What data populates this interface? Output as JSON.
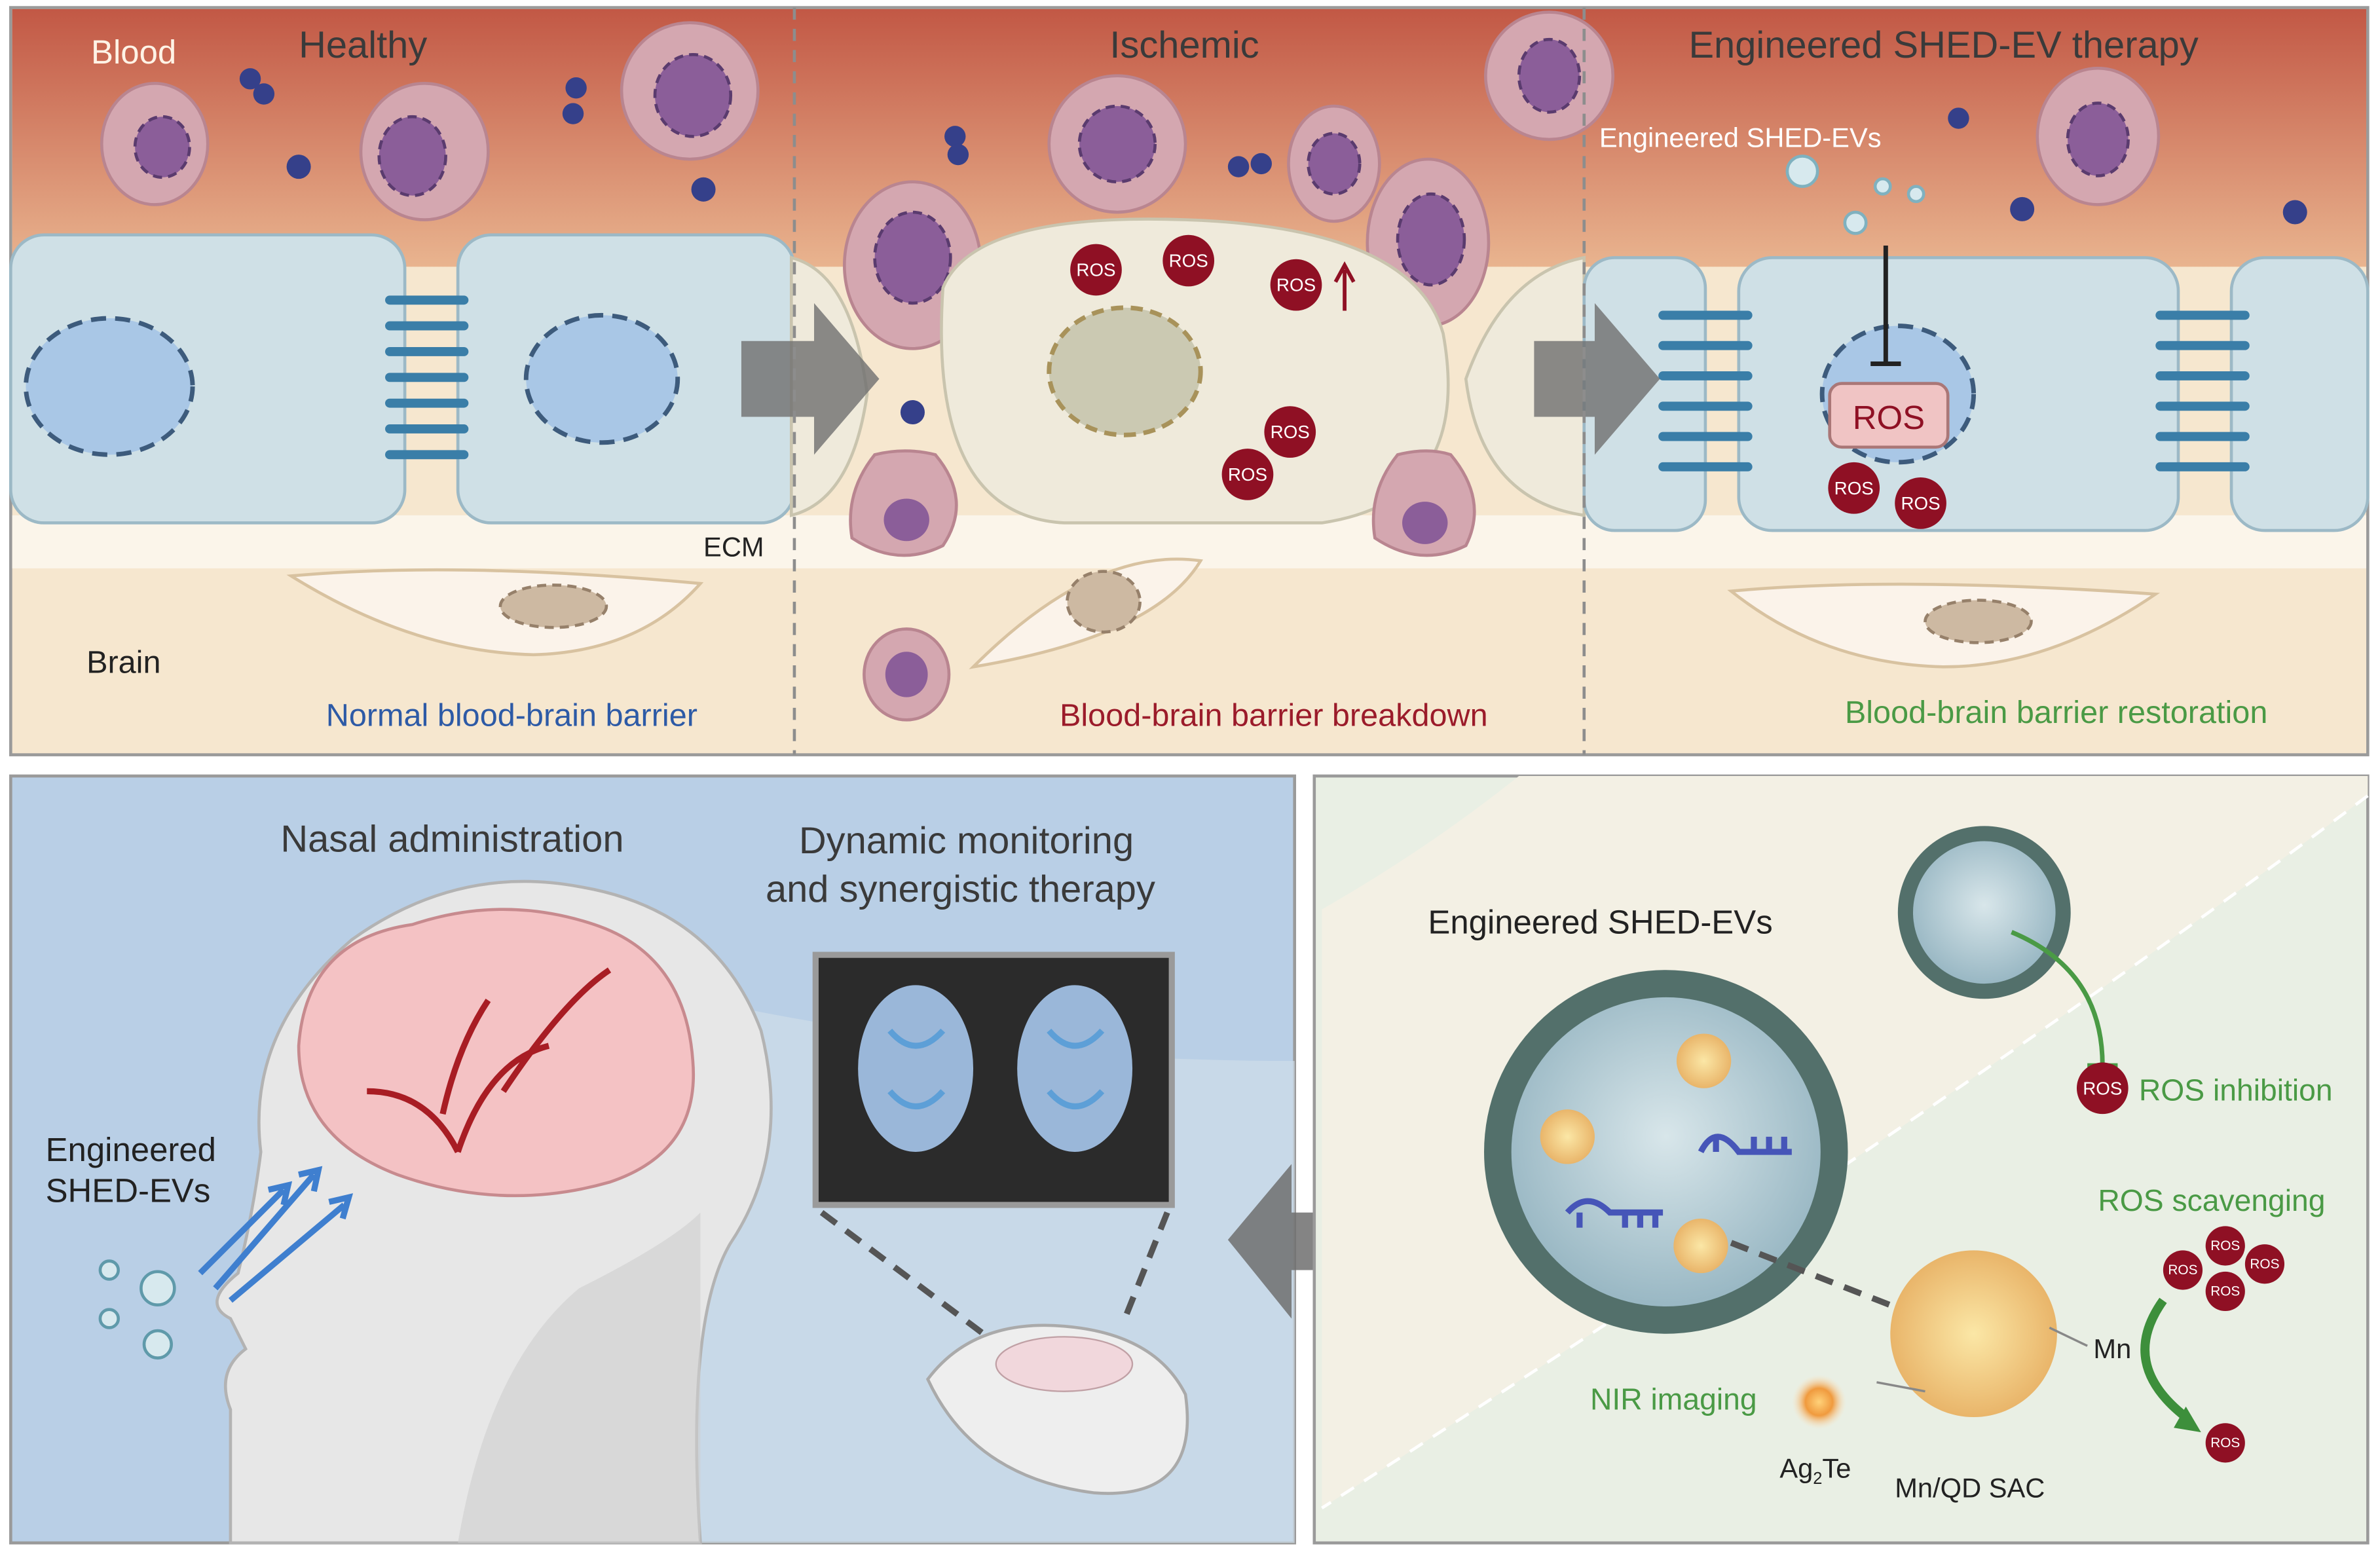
{
  "top": {
    "healthy": {
      "title": "Healthy",
      "blood_label": "Blood",
      "brain_label": "Brain",
      "ecm_label": "ECM",
      "caption": "Normal blood-brain barrier"
    },
    "ischemic": {
      "title": "Ischemic",
      "ros_label": "ROS",
      "caption": "Blood-brain barrier breakdown"
    },
    "therapy": {
      "title": "Engineered SHED-EV therapy",
      "ev_label": "Engineered SHED-EVs",
      "ros_label": "ROS",
      "caption": "Blood-brain barrier restoration"
    }
  },
  "bottom_left": {
    "nasal_title": "Nasal administration",
    "monitor_title_line1": "Dynamic monitoring",
    "monitor_title_line2": "and synergistic therapy",
    "ev_label_line1": "Engineered",
    "ev_label_line2": "SHED-EVs"
  },
  "bottom_right": {
    "ev_title": "Engineered SHED-EVs",
    "ros_inhibition": "ROS inhibition",
    "ros_scavenging": "ROS scavenging",
    "nir_imaging": "NIR imaging",
    "ag2te": "Ag",
    "ag2te_sub": "2",
    "ag2te_end": "Te",
    "mnqd": "Mn/QD SAC",
    "mn": "Mn",
    "ros_label": "ROS"
  },
  "colors": {
    "blood": "#c7604a",
    "healthy_caption": "#2d5aa6",
    "breakdown_caption": "#9b1b2a",
    "restoration_caption": "#4a9a45",
    "ros": "#8f1024",
    "bottom_left_bg": "#b9cfe6",
    "bottom_right_bg": "#e4ece0"
  }
}
